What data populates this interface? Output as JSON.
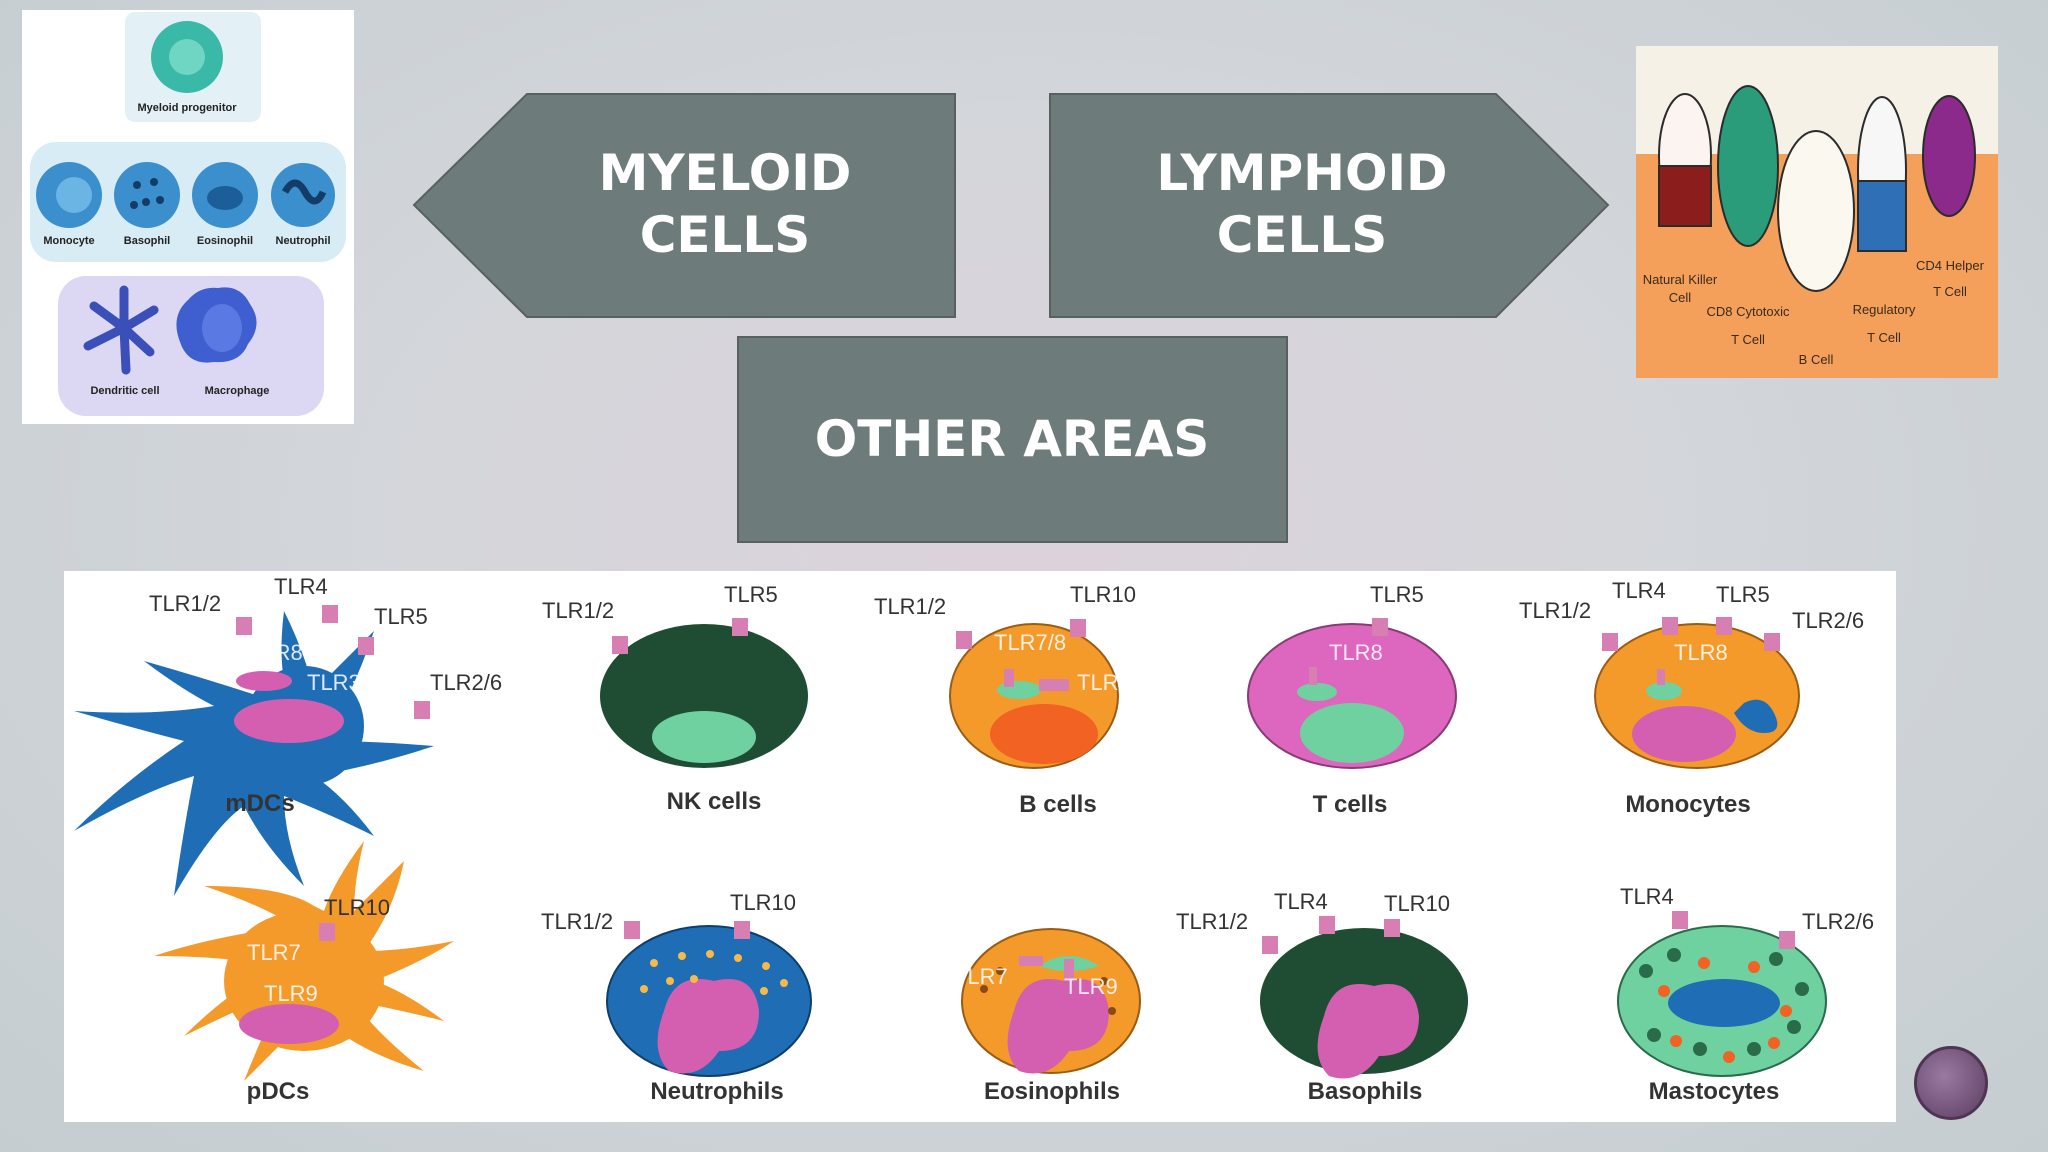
{
  "arrows": {
    "myeloid": [
      "MYELOID",
      "CELLS"
    ],
    "lymphoid": [
      "LYMPHOID",
      "CELLS"
    ],
    "other": "OTHER AREAS"
  },
  "myeloid_panel": {
    "progenitor": "Myeloid progenitor",
    "row1": [
      "Monocyte",
      "Basophil",
      "Eosinophil",
      "Neutrophil"
    ],
    "row2": [
      "Dendritic cell",
      "Macrophage"
    ]
  },
  "lymphoid_panel": {
    "labels": [
      "Natural Killer",
      "Cell",
      "CD8 Cytotoxic",
      "T Cell",
      "B Cell",
      "Regulatory",
      "T Cell",
      "CD4 Helper",
      "T Cell"
    ]
  },
  "tlr_chart": {
    "row1": [
      {
        "name": "mDCs",
        "tlrs": [
          "TLR1/2",
          "TLR4",
          "TLR5",
          "TLR2/6",
          "TLR8",
          "TLR3"
        ]
      },
      {
        "name": "NK cells",
        "tlrs": [
          "TLR1/2",
          "TLR5"
        ]
      },
      {
        "name": "B cells",
        "tlrs": [
          "TLR1/2",
          "TLR10",
          "TLR7/8",
          "TLR9"
        ]
      },
      {
        "name": "T cells",
        "tlrs": [
          "TLR5",
          "TLR8"
        ]
      },
      {
        "name": "Monocytes",
        "tlrs": [
          "TLR1/2",
          "TLR4",
          "TLR5",
          "TLR2/6",
          "TLR8"
        ]
      }
    ],
    "row2": [
      {
        "name": "pDCs",
        "tlrs": [
          "TLR10",
          "TLR7",
          "TLR9"
        ]
      },
      {
        "name": "Neutrophils",
        "tlrs": [
          "TLR1/2",
          "TLR10"
        ]
      },
      {
        "name": "Eosinophils",
        "tlrs": [
          "TLR7",
          "TLR9"
        ]
      },
      {
        "name": "Basophils",
        "tlrs": [
          "TLR1/2",
          "TLR4",
          "TLR10"
        ]
      },
      {
        "name": "Mastocytes",
        "tlrs": [
          "TLR4",
          "TLR2/6"
        ]
      }
    ]
  },
  "colors": {
    "shape": "#6d7c7b",
    "receptor": "#d77eb3",
    "nucleus": "#d45fb0",
    "mdc": "#1f6eb5",
    "orange": "#f39a2a",
    "dark_green": "#1e4d33",
    "mint": "#6fd1a0"
  }
}
